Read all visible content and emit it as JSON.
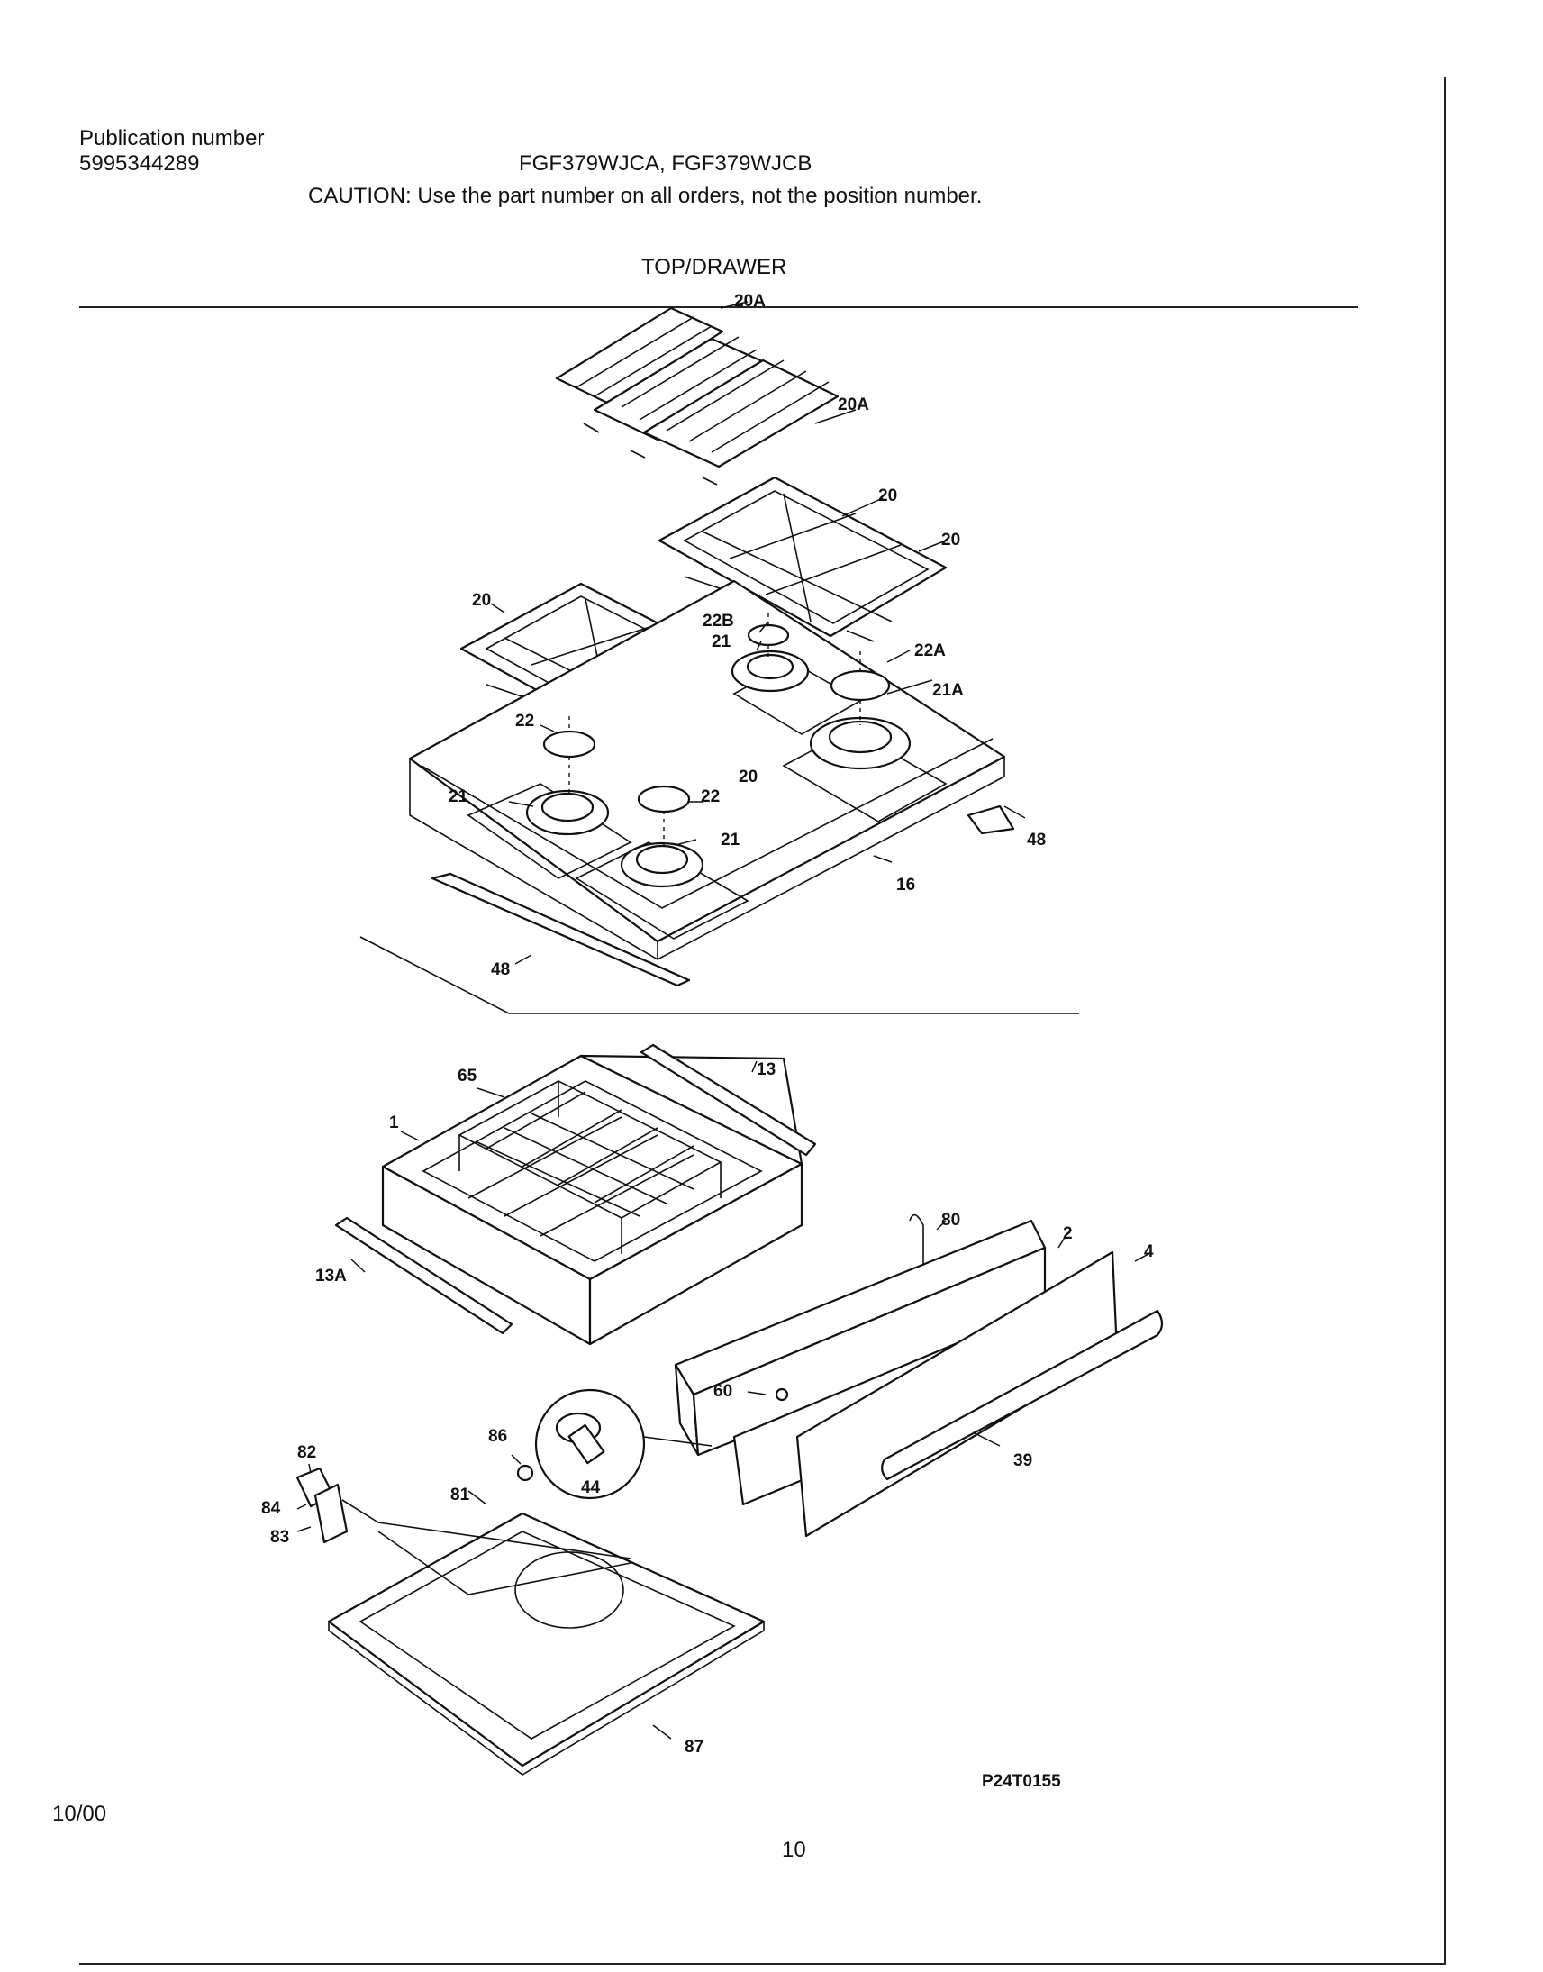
{
  "header": {
    "publication_label": "Publication number",
    "publication_number": "5995344289",
    "models": "FGF379WJCA, FGF379WJCB",
    "caution": "CAUTION:  Use the part number on all orders, not the position number.",
    "section_title": "TOP/DRAWER"
  },
  "diagram": {
    "callouts": {
      "c20a_1": "20A",
      "c20a_2": "20A",
      "c20_1": "20",
      "c20_2": "20",
      "c20_3": "20",
      "c20_4": "20",
      "c22b": "22B",
      "c21_1": "21",
      "c22a": "22A",
      "c21a": "21A",
      "c22_1": "22",
      "c21_2": "21",
      "c22_2": "22",
      "c21_3": "21",
      "c48_1": "48",
      "c16": "16",
      "c48_2": "48",
      "c65": "65",
      "c13": "13",
      "c1": "1",
      "c13a": "13A",
      "c80": "80",
      "c2": "2",
      "c4": "4",
      "c60": "60",
      "c39": "39",
      "c86": "86",
      "c44": "44",
      "c82": "82",
      "c84": "84",
      "c83": "83",
      "c81": "81",
      "c87": "87"
    },
    "figure_code": "P24T0155"
  },
  "footer": {
    "date": "10/00",
    "page_number": "10"
  }
}
